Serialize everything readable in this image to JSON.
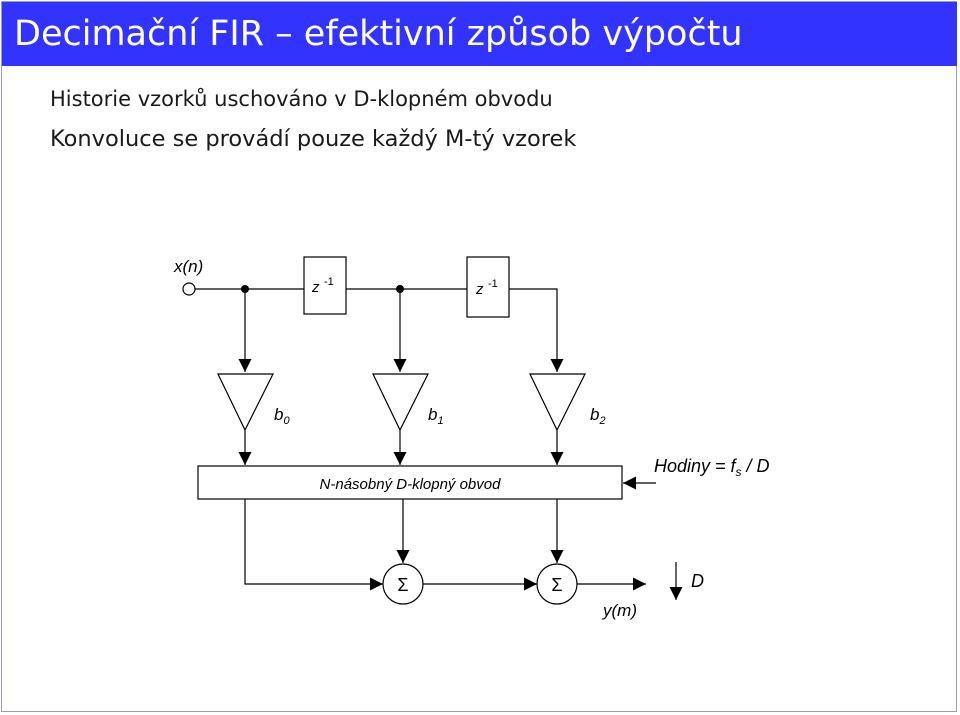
{
  "title": "Decimační FIR – efektivní způsob výpočtu",
  "bullets": [
    "Historie vzorků uschováno v D-klopném obvodu",
    "Konvoluce se provádí pouze každý M-tý vzorek"
  ],
  "diagram": {
    "input_label": "x(n)",
    "delay_base": "z",
    "delay_exp": "-1",
    "coeffs": [
      {
        "base": "b",
        "sub": "0"
      },
      {
        "base": "b",
        "sub": "1"
      },
      {
        "base": "b",
        "sub": "2"
      }
    ],
    "latch_label": "N-násobný D-klopný obvod",
    "clock_label_prefix": "Hodiny = f",
    "clock_label_sub": "s",
    "clock_label_suffix": " / D",
    "sum_symbol": "Σ",
    "output_label": "y(m)",
    "decimation_label": "D"
  },
  "colors": {
    "title_bar": "#3333ff",
    "title_text": "#ffffff",
    "line": "#000000"
  }
}
